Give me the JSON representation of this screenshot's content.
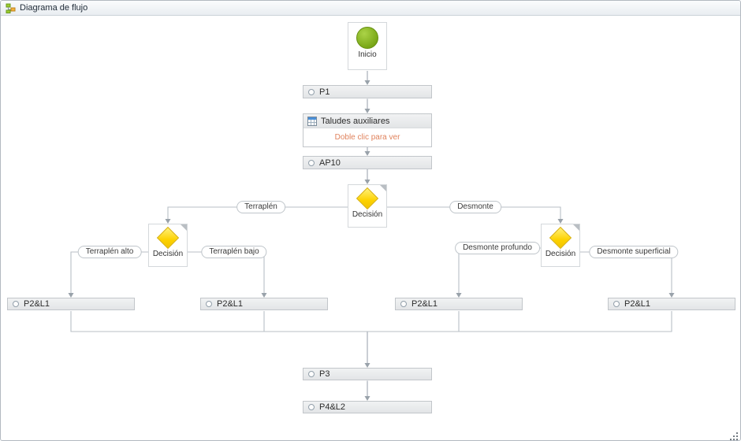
{
  "header": {
    "title": "Diagrama de flujo"
  },
  "nodes": {
    "inicio": {
      "label": "Inicio"
    },
    "p1": {
      "label": "P1"
    },
    "taludes": {
      "label": "Taludes auxiliares",
      "hint": "Doble clic para ver"
    },
    "ap10": {
      "label": "AP10"
    },
    "decision_main": {
      "label": "Decisión"
    },
    "decision_terraplen": {
      "label": "Decisión"
    },
    "decision_desmonte": {
      "label": "Decisión"
    },
    "p2l1_a": {
      "label": "P2&L1"
    },
    "p2l1_b": {
      "label": "P2&L1"
    },
    "p2l1_c": {
      "label": "P2&L1"
    },
    "p2l1_d": {
      "label": "P2&L1"
    },
    "p3": {
      "label": "P3"
    },
    "p4l2": {
      "label": "P4&L2"
    }
  },
  "edge_labels": {
    "terraplen": "Terraplén",
    "desmonte": "Desmonte",
    "terraplen_alto": "Terraplén alto",
    "terraplen_bajo": "Terraplén bajo",
    "desmonte_profundo": "Desmonte profundo",
    "desmonte_superficial": "Desmonte superficial"
  },
  "colors": {
    "start_green": "#7aa818",
    "decision_yellow": "#fdd200",
    "hint_orange": "#e0825c",
    "connector_gray": "#b3bac2"
  }
}
